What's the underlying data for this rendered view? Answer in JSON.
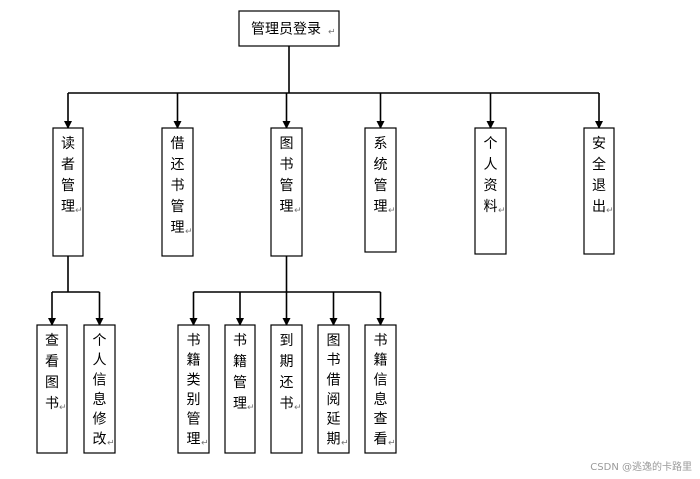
{
  "diagram": {
    "root": {
      "id": "root",
      "label": "管理员登录"
    },
    "nodes": [
      {
        "id": "n1",
        "label": "读者管理"
      },
      {
        "id": "n2",
        "label": "借还书管理"
      },
      {
        "id": "n3",
        "label": "图书管理"
      },
      {
        "id": "n4",
        "label": "系统管理"
      },
      {
        "id": "n5",
        "label": "个人资料"
      },
      {
        "id": "n6",
        "label": "安全退出"
      },
      {
        "id": "c11",
        "label": "查看图书"
      },
      {
        "id": "c12",
        "label": "个人信息修改"
      },
      {
        "id": "c31",
        "label": "书籍类别管理"
      },
      {
        "id": "c32",
        "label": "书籍管理"
      },
      {
        "id": "c33",
        "label": "到期还书"
      },
      {
        "id": "c34",
        "label": "图书借阅延期"
      },
      {
        "id": "c35",
        "label": "书籍信息查看"
      }
    ],
    "edges": [
      {
        "from": "root",
        "to": "n1"
      },
      {
        "from": "root",
        "to": "n2"
      },
      {
        "from": "root",
        "to": "n3"
      },
      {
        "from": "root",
        "to": "n4"
      },
      {
        "from": "root",
        "to": "n5"
      },
      {
        "from": "root",
        "to": "n6"
      },
      {
        "from": "n1",
        "to": "c11"
      },
      {
        "from": "n1",
        "to": "c12"
      },
      {
        "from": "n3",
        "to": "c31"
      },
      {
        "from": "n3",
        "to": "c32"
      },
      {
        "from": "n3",
        "to": "c33"
      },
      {
        "from": "n3",
        "to": "c34"
      },
      {
        "from": "n3",
        "to": "c35"
      }
    ]
  },
  "watermark": "CSDN @逃逸的卡路里"
}
